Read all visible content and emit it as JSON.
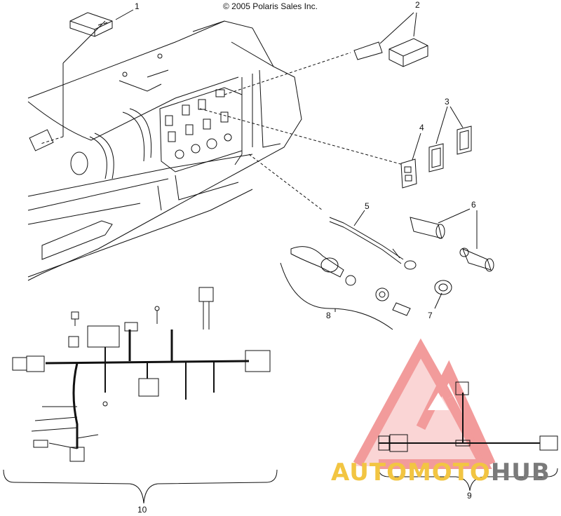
{
  "copyright": "© 2005 Polaris Sales Inc.",
  "callouts": [
    {
      "id": "1",
      "label": "1"
    },
    {
      "id": "2",
      "label": "2"
    },
    {
      "id": "3",
      "label": "3"
    },
    {
      "id": "4",
      "label": "4"
    },
    {
      "id": "5",
      "label": "5"
    },
    {
      "id": "6",
      "label": "6"
    },
    {
      "id": "7",
      "label": "7"
    },
    {
      "id": "8",
      "label": "8"
    },
    {
      "id": "9",
      "label": "9"
    },
    {
      "id": "10",
      "label": "10"
    }
  ],
  "watermark": {
    "part_a": "AUTOMOTO",
    "part_b": "HUB",
    "color_triangle": "#e84a4a",
    "color_a": "#f2c542",
    "color_b": "#7a7a7a"
  },
  "colors": {
    "line": "#111111",
    "bg": "#ffffff"
  }
}
